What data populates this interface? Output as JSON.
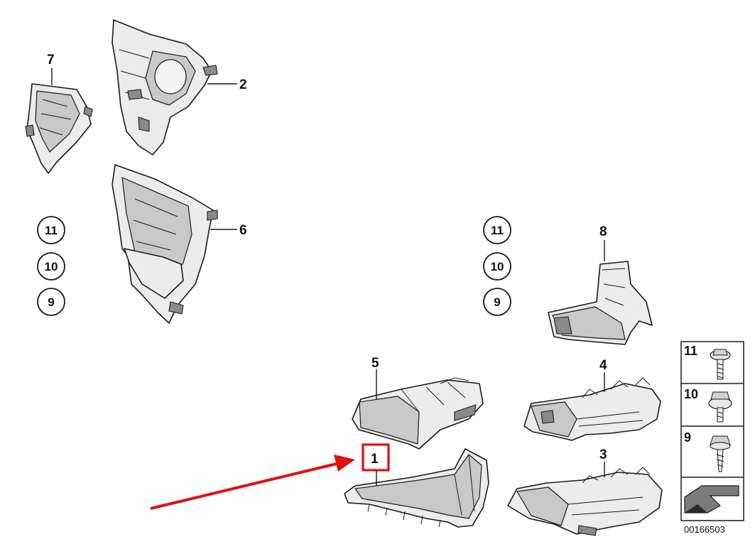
{
  "callouts": {
    "p1": "1",
    "p2": "2",
    "p3": "3",
    "p4": "4",
    "p5": "5",
    "p6": "6",
    "p7": "7",
    "p8": "8"
  },
  "left_circled": [
    "11",
    "10",
    "9"
  ],
  "right_circled": [
    "11",
    "10",
    "9"
  ],
  "fastener_panel": [
    "11",
    "10",
    "9"
  ],
  "diagram_code": "00166503",
  "colors": {
    "highlight": "#e01010",
    "arrow": "#e01010",
    "line": "#1a1a1a"
  }
}
